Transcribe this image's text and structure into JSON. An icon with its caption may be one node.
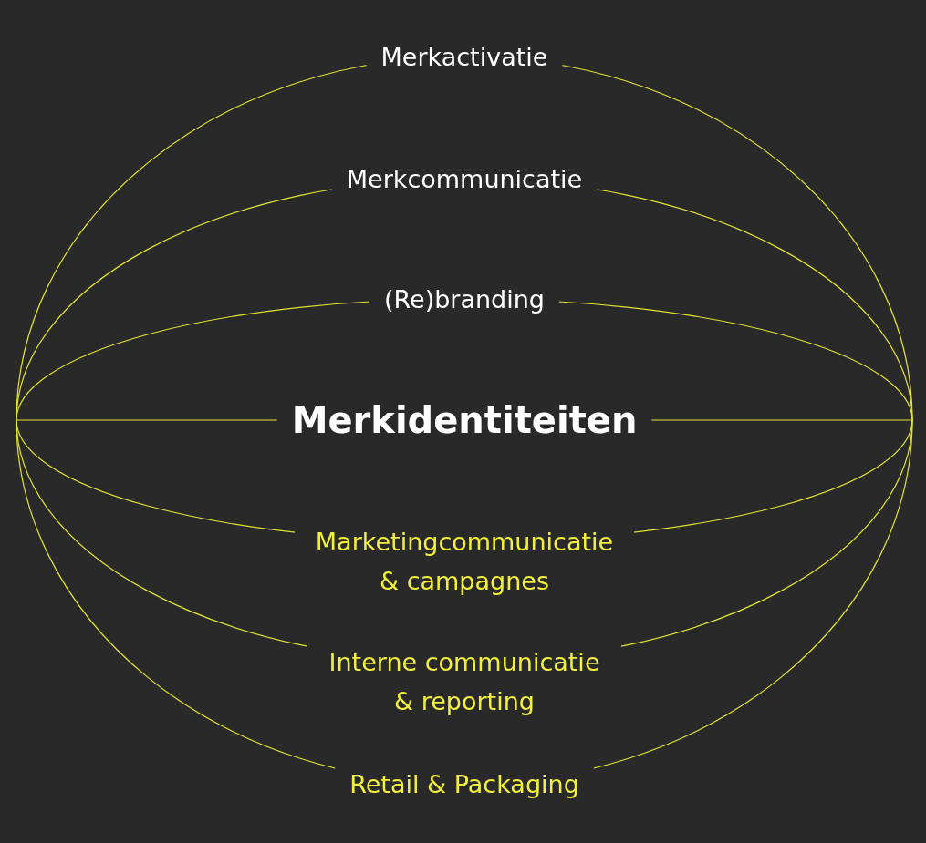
{
  "diagram": {
    "labels": [
      "Merkactivatie",
      "Merkcommunicatie",
      "(Re)branding",
      "Merkidentiteiten",
      "Marketingcommunicatie & campagnes",
      "Interne communicatie & reporting",
      "Retail & Packaging"
    ]
  }
}
